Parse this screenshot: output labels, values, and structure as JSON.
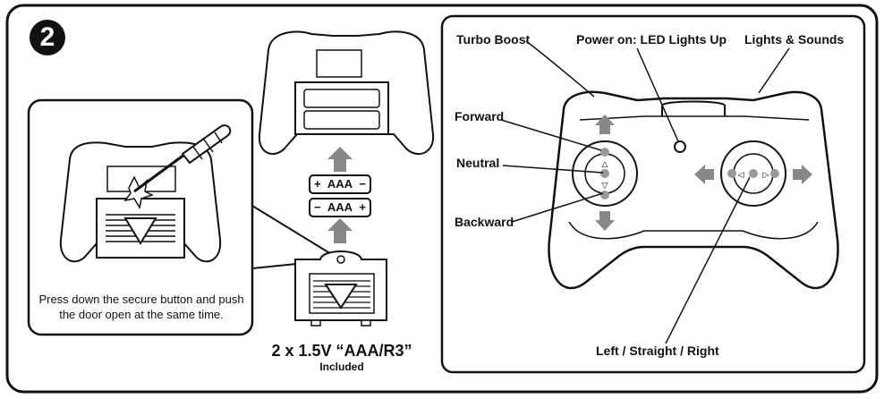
{
  "step_number": "2",
  "instruction": "Press down the secure button and push the door open at the same time.",
  "battery": {
    "cell_label": "AAA",
    "plus": "+",
    "minus": "−",
    "spec": "2 x 1.5V “AAA/R3”",
    "included": "Included"
  },
  "controller_labels": {
    "turbo": "Turbo Boost",
    "power": "Power on: LED Lights Up",
    "lights": "Lights & Sounds",
    "forward": "Forward",
    "neutral": "Neutral",
    "backward": "Backward",
    "steer": "Left / Straight / Right"
  }
}
